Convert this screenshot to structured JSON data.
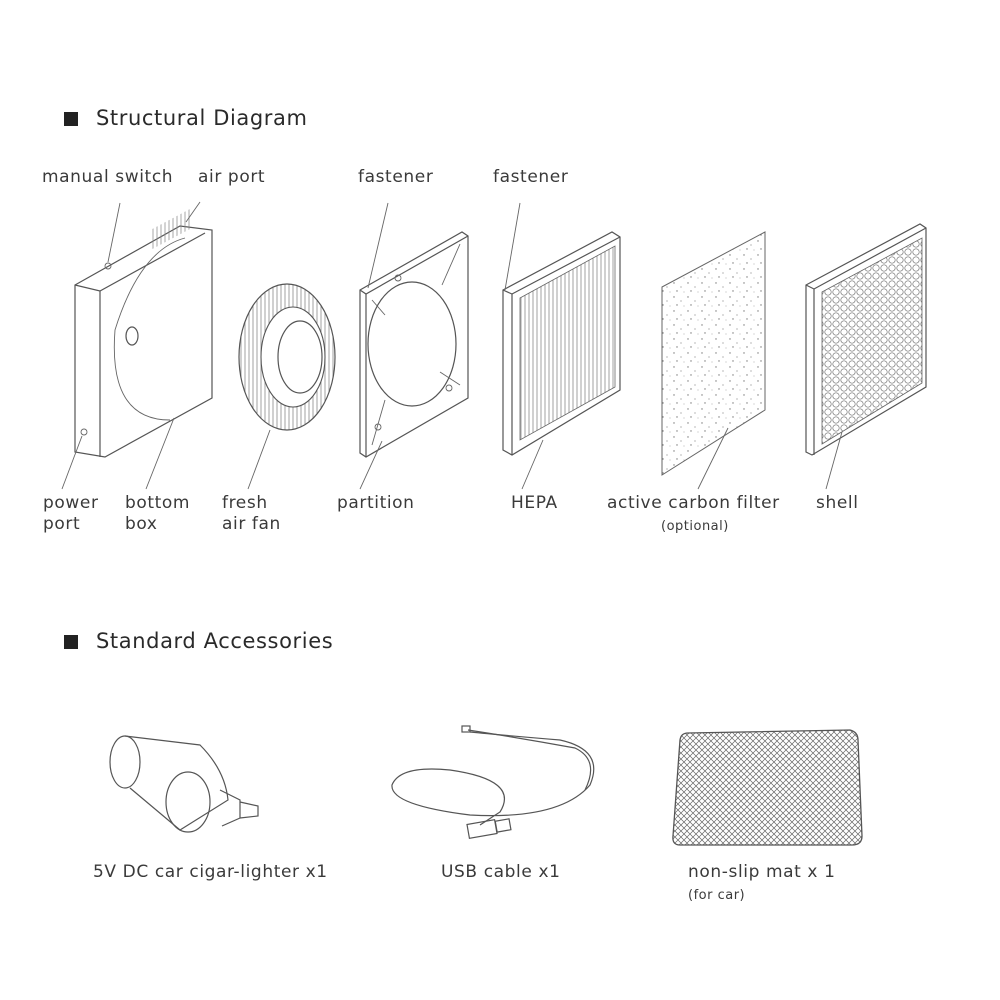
{
  "sections": {
    "structural": {
      "title": "Structural Diagram"
    },
    "accessories": {
      "title": "Standard Accessories"
    }
  },
  "parts": {
    "manual_switch": "manual switch",
    "air_port": "air port",
    "fastener_1": "fastener",
    "fastener_2": "fastener",
    "power_port": [
      "power",
      "port"
    ],
    "bottom_box": [
      "bottom",
      "box"
    ],
    "fresh_air_fan": [
      "fresh",
      "air fan"
    ],
    "partition": "partition",
    "hepa": "HEPA",
    "carbon_filter": "active carbon filter",
    "carbon_filter_note": "(optional)",
    "shell": "shell"
  },
  "accessories": [
    {
      "label": "5V DC car cigar-lighter x1"
    },
    {
      "label": "USB cable x1"
    },
    {
      "label": "non-slip mat x 1",
      "note": "(for car)"
    }
  ]
}
